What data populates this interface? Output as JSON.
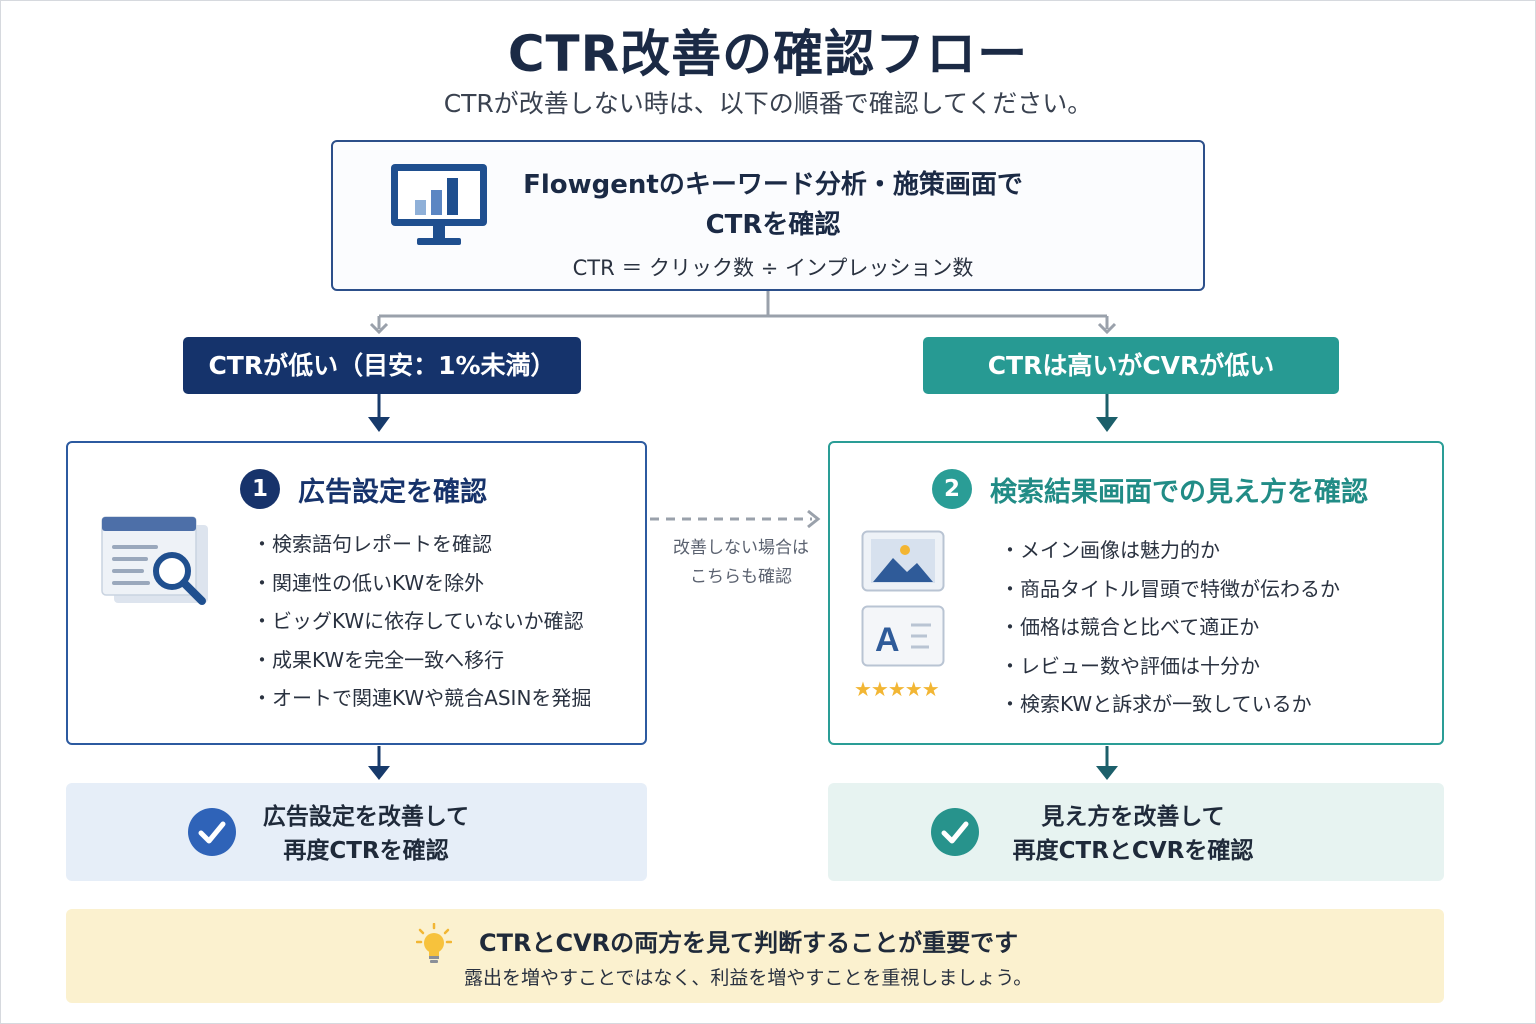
{
  "header": {
    "title": "CTR改善の確認フロー",
    "subtitle": "CTRが改善しない時は、以下の順番で確認してください。"
  },
  "top_box": {
    "line1": "Flowgentのキーワード分析・施策画面で",
    "line2": "CTRを確認",
    "formula": "CTR ＝ クリック数 ÷ インプレッション数",
    "icon": "monitor-bar-chart-icon"
  },
  "branches": {
    "left_label": "CTRが低い（目安：1%未満）",
    "right_label": "CTRは高いがCVRが低い"
  },
  "card_left": {
    "number": "1",
    "title": "広告設定を確認",
    "icon": "search-report-icon",
    "items": [
      "検索語句レポートを確認",
      "関連性の低いKWを除外",
      "ビッグKWに依存していないか確認",
      "成果KWを完全一致へ移行",
      "オートで関連KWや競合ASINを発掘"
    ]
  },
  "card_right": {
    "number": "2",
    "title": "検索結果画面での見え方を確認",
    "icons": [
      "image-icon",
      "text-document-icon",
      "star-rating-icon"
    ],
    "items": [
      "メイン画像は魅力的か",
      "商品タイトル冒頭で特徴が伝わるか",
      "価格は競合と比べて適正か",
      "レビュー数や評価は十分か",
      "検索KWと訴求が一致しているか"
    ]
  },
  "dashed_note": {
    "line1": "改善しない場合は",
    "line2": "こちらも確認"
  },
  "result_left": {
    "line1": "広告設定を改善して",
    "line2": "再度CTRを確認"
  },
  "result_right": {
    "line1": "見え方を改善して",
    "line2": "再度CTRとCVRを確認"
  },
  "tip": {
    "title": "CTRとCVRの両方を見て判断することが重要です",
    "body": "露出を増やすことではなく、利益を増やすことを重視しましょう。",
    "icon": "lightbulb-icon"
  },
  "colors": {
    "navy": "#15336b",
    "teal": "#279a93",
    "tip_bg": "#fbf1cf"
  }
}
